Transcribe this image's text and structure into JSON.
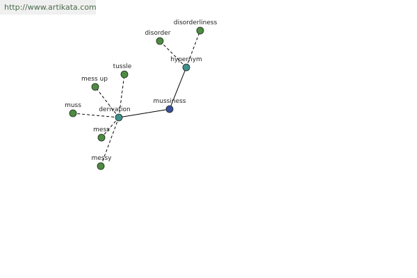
{
  "watermark": {
    "text": "http://www.artikata.com"
  },
  "graph": {
    "colors": {
      "leaf": "#4e8a43",
      "hub": "#3f8f8c",
      "root": "#3b4f9e",
      "stroke": "#1c2a1c",
      "edge": "#000000"
    },
    "nodes": [
      {
        "id": "mussiness",
        "label": "mussiness",
        "kind": "root"
      },
      {
        "id": "hypernym",
        "label": "hypernym",
        "kind": "hub"
      },
      {
        "id": "derivation",
        "label": "derivation",
        "kind": "hub"
      },
      {
        "id": "disorder",
        "label": "disorder",
        "kind": "leaf"
      },
      {
        "id": "disorderliness",
        "label": "disorderliness",
        "kind": "leaf"
      },
      {
        "id": "tussle",
        "label": "tussle",
        "kind": "leaf"
      },
      {
        "id": "mess_up",
        "label": "mess up",
        "kind": "leaf"
      },
      {
        "id": "muss",
        "label": "muss",
        "kind": "leaf"
      },
      {
        "id": "mess",
        "label": "mess",
        "kind": "leaf"
      },
      {
        "id": "messy",
        "label": "messy",
        "kind": "leaf"
      }
    ],
    "edges": [
      {
        "from": "mussiness",
        "to": "hypernym",
        "style": "solid"
      },
      {
        "from": "mussiness",
        "to": "derivation",
        "style": "solid"
      },
      {
        "from": "hypernym",
        "to": "disorder",
        "style": "dashed"
      },
      {
        "from": "hypernym",
        "to": "disorderliness",
        "style": "dashed"
      },
      {
        "from": "derivation",
        "to": "tussle",
        "style": "dashed"
      },
      {
        "from": "derivation",
        "to": "mess_up",
        "style": "dashed"
      },
      {
        "from": "derivation",
        "to": "muss",
        "style": "dashed"
      },
      {
        "from": "derivation",
        "to": "mess",
        "style": "dashed"
      },
      {
        "from": "derivation",
        "to": "messy",
        "style": "dashed"
      }
    ]
  }
}
